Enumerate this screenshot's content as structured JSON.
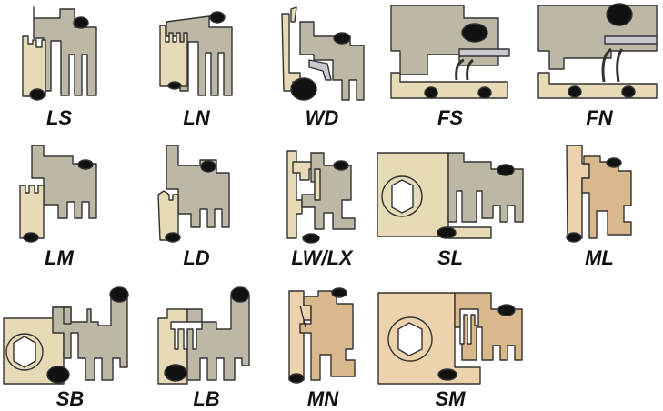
{
  "colors": {
    "gray": "#bdb8a6",
    "cream": "#e6dbb6",
    "tan": "#d9b98c",
    "tan_light": "#ecd3ad",
    "steel": "#c9c9cf",
    "oring": "#111111",
    "outline": "#333333"
  },
  "seals": [
    {
      "code": "LS"
    },
    {
      "code": "LN"
    },
    {
      "code": "WD"
    },
    {
      "code": "FS"
    },
    {
      "code": "FN"
    },
    {
      "code": "LM"
    },
    {
      "code": "LD"
    },
    {
      "code": "LW/LX"
    },
    {
      "code": "SL"
    },
    {
      "code": "ML"
    },
    {
      "code": "SB"
    },
    {
      "code": "LB"
    },
    {
      "code": "MN"
    },
    {
      "code": "SM"
    }
  ]
}
